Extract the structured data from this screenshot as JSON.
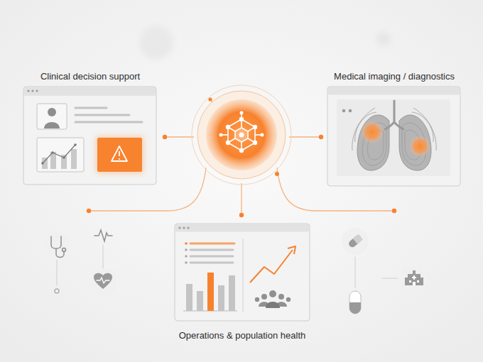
{
  "diagram": {
    "nodes": [
      {
        "text": [
          "Clinical decision support"
        ]
      },
      {
        "text": [
          "Medical imaging / diagnostics"
        ]
      },
      {
        "text": [
          "Operations & population health"
        ]
      }
    ]
  }
}
